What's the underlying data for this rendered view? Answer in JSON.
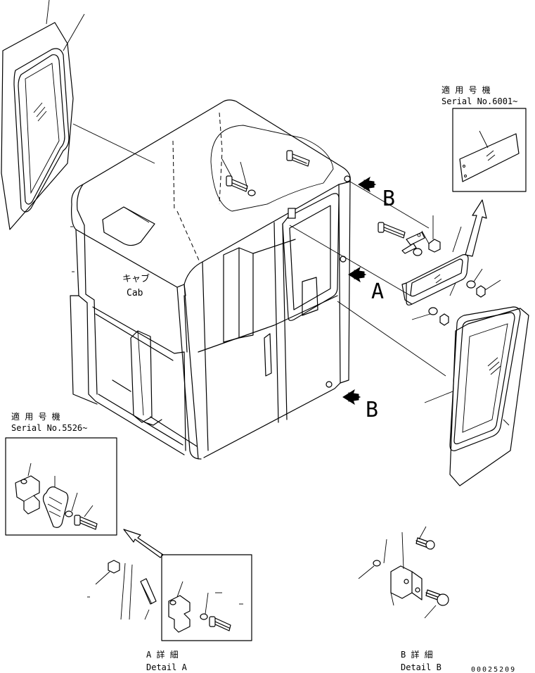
{
  "labels": {
    "cab_jp": "キャブ",
    "cab_en": "Cab",
    "applicable_top_jp": "適 用 号 機",
    "applicable_top_en": "Serial No.6001~",
    "applicable_left_jp": "適 用 号 機",
    "applicable_left_en": "Serial No.5526~",
    "arrow_a": "A",
    "arrow_b_top": "B",
    "arrow_b_bottom": "B",
    "detail_a_jp": "A 詳 細",
    "detail_a_en": "Detail A",
    "detail_b_jp": "B 詳 細",
    "detail_b_en": "Detail B",
    "drawing_number": "00025209"
  },
  "colors": {
    "line": "#000000",
    "background": "#ffffff"
  }
}
